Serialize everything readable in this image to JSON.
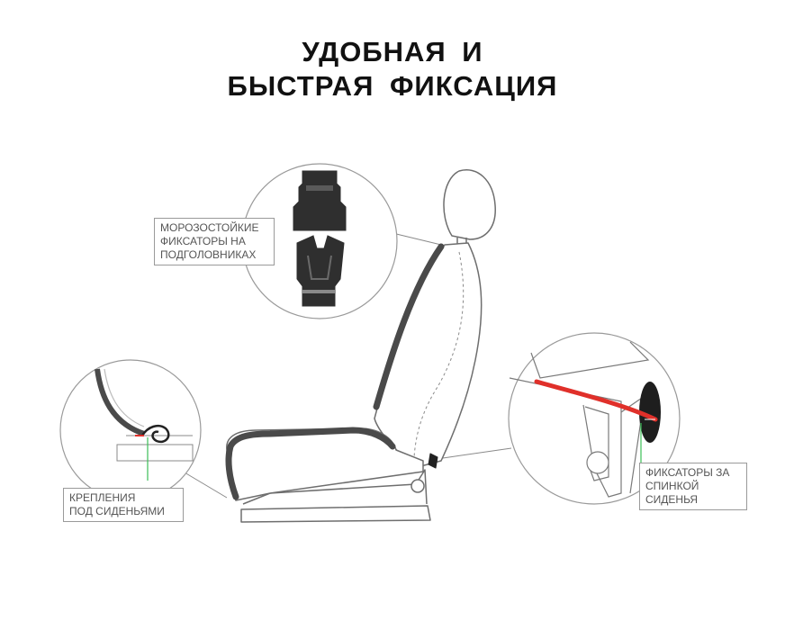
{
  "title": {
    "line1": "УДОБНАЯ И",
    "line2": "БЫСТРАЯ ФИКСАЦИЯ"
  },
  "callouts": {
    "headrest": {
      "lines": [
        "МОРОЗОСТОЙКИЕ",
        "ФИКСАТОРЫ НА",
        "ПОДГОЛОВНИКАХ"
      ]
    },
    "under_seat": {
      "lines": [
        "КРЕПЛЕНИЯ",
        "ПОД СИДЕНЬЯМИ"
      ]
    },
    "behind_back": {
      "lines": [
        "ФИКСАТОРЫ ЗА",
        "СПИНКОЙ",
        "СИДЕНЬЯ"
      ]
    }
  },
  "colors": {
    "strap": "#e0302a",
    "leader": "#3bbf57",
    "outline": "#6e6e6e"
  }
}
